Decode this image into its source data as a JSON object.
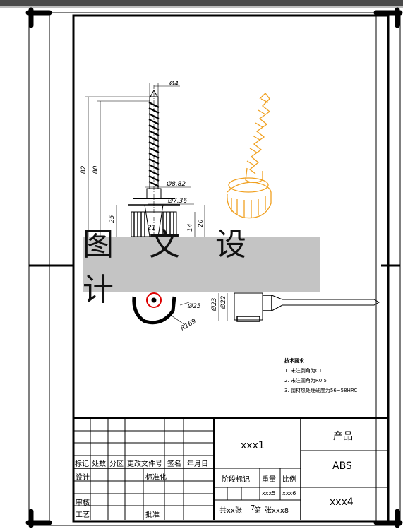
{
  "watermark": "图 文 设 计",
  "dimensions": {
    "d4": "Ø4",
    "d8_82": "Ø8.82",
    "d7_36": "Ø7.36",
    "len82": "82",
    "len80": "80",
    "len25": "25",
    "len21": "21",
    "len14": "14",
    "len20": "20",
    "d23": "Ø23",
    "d22": "Ø22",
    "d25": "Ø25",
    "r169": "R169"
  },
  "tech_requirements": {
    "title": "技术要求",
    "items": [
      "1. 未注倒角为C1",
      "2. 未注圆角为R0.5",
      "3. 钢材热处理硬度为56~58HRC"
    ]
  },
  "title_block": {
    "drawing_name": "xxx1",
    "product_label": "产品",
    "material": "ABS",
    "drawing_no": "xxx4",
    "weight_label": "重量",
    "scale_label": "比例",
    "stage_label": "阶段标记",
    "weight_value": "xxx5",
    "scale_value": "xxx6",
    "total_sheets": "共xx张",
    "sheet_no": "第",
    "sheet_no_tail": "张xxx8",
    "sheet_no_mid": "7",
    "header_row": [
      "标记",
      "处数",
      "分区",
      "更改文件号",
      "签名",
      "年月日"
    ],
    "design": "设计",
    "standardize": "标准化",
    "review": "审核",
    "process": "工艺",
    "approve": "批准"
  },
  "colors": {
    "render": "#f0a020",
    "ink": "#000000"
  }
}
